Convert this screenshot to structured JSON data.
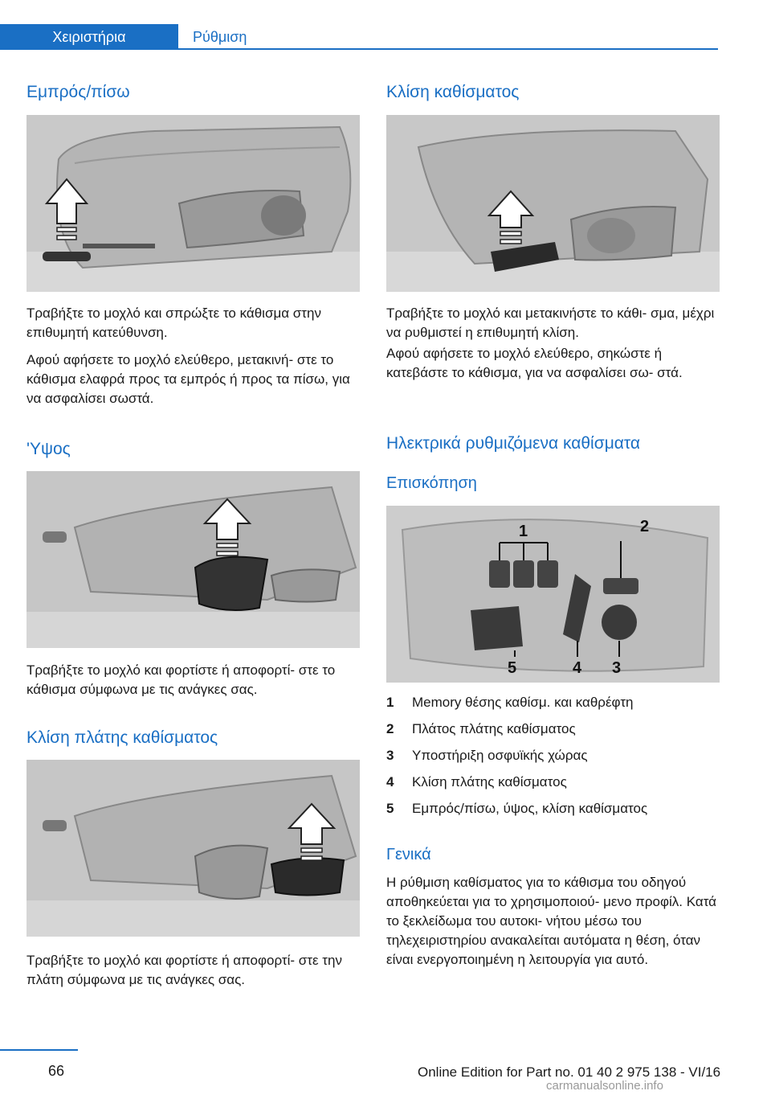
{
  "header": {
    "tab_active": "Χειριστήρια",
    "tab_inactive": "Ρύθμιση"
  },
  "left": {
    "h_forward": "Εμπρός/πίσω",
    "p_forward_1": "Τραβήξτε το μοχλό και σπρώξτε το κάθισμα στην επιθυμητή κατεύθυνση.",
    "p_forward_2": "Αφού αφήσετε το μοχλό ελεύθερο, μετακινή- στε το κάθισμα ελαφρά προς τα εμπρός ή προς τα πίσω, για να ασφαλίσει σωστά.",
    "h_height": "'Υψος",
    "p_height": "Τραβήξτε το μοχλό και φορτίστε ή αποφορτί- στε το κάθισμα σύμφωνα με τις ανάγκες σας.",
    "h_cushion": "Κλίση πλάτης καθίσματος",
    "p_cushion": "Τραβήξτε το μοχλό και φορτίστε ή αποφορτί- στε την πλάτη σύμφωνα με τις ανάγκες σας."
  },
  "right": {
    "h_tilt": "Κλίση καθίσματος",
    "p_tilt_1": "Τραβήξτε το μοχλό και μετακινήστε το κάθι- σμα, μέχρι να ρυθμιστεί η επιθυμητή κλίση.",
    "p_tilt_2": "Αφού αφήσετε το μοχλό ελεύθερο, σηκώστε ή κατεβάστε το κάθισμα, για να ασφαλίσει σω- στά.",
    "h_electric": "Ηλεκτρικά ρυθμιζόμενα καθίσματα",
    "h_overview": "Επισκόπηση",
    "callouts": [
      "1",
      "2",
      "3",
      "4",
      "5"
    ],
    "items": [
      {
        "num": "1",
        "text": "Memory θέσης καθίσμ. και καθρέφτη"
      },
      {
        "num": "2",
        "text": "Πλάτος πλάτης καθίσματος"
      },
      {
        "num": "3",
        "text": "Υποστήριξη οσφυϊκής χώρας"
      },
      {
        "num": "4",
        "text": "Κλίση πλάτης καθίσματος"
      },
      {
        "num": "5",
        "text": "Εμπρός/πίσω, ύψος, κλίση καθίσματος"
      }
    ],
    "h_general": "Γενικά",
    "p_general": "Η ρύθμιση καθίσματος για το κάθισμα του οδηγού αποθηκεύεται για το χρησιμοποιού- μενο προφίλ. Κατά το ξεκλείδωμα του αυτοκι- νήτου μέσω του τηλεχειριστηρίου ανακαλείται αυτόματα η θέση, όταν είναι ενεργοποιημένη η λειτουργία για αυτό."
  },
  "footer": {
    "page": "66",
    "edition": "Online Edition for Part no. 01 40 2 975 138 - VI/16",
    "watermark": "carmanualsonline.info"
  }
}
